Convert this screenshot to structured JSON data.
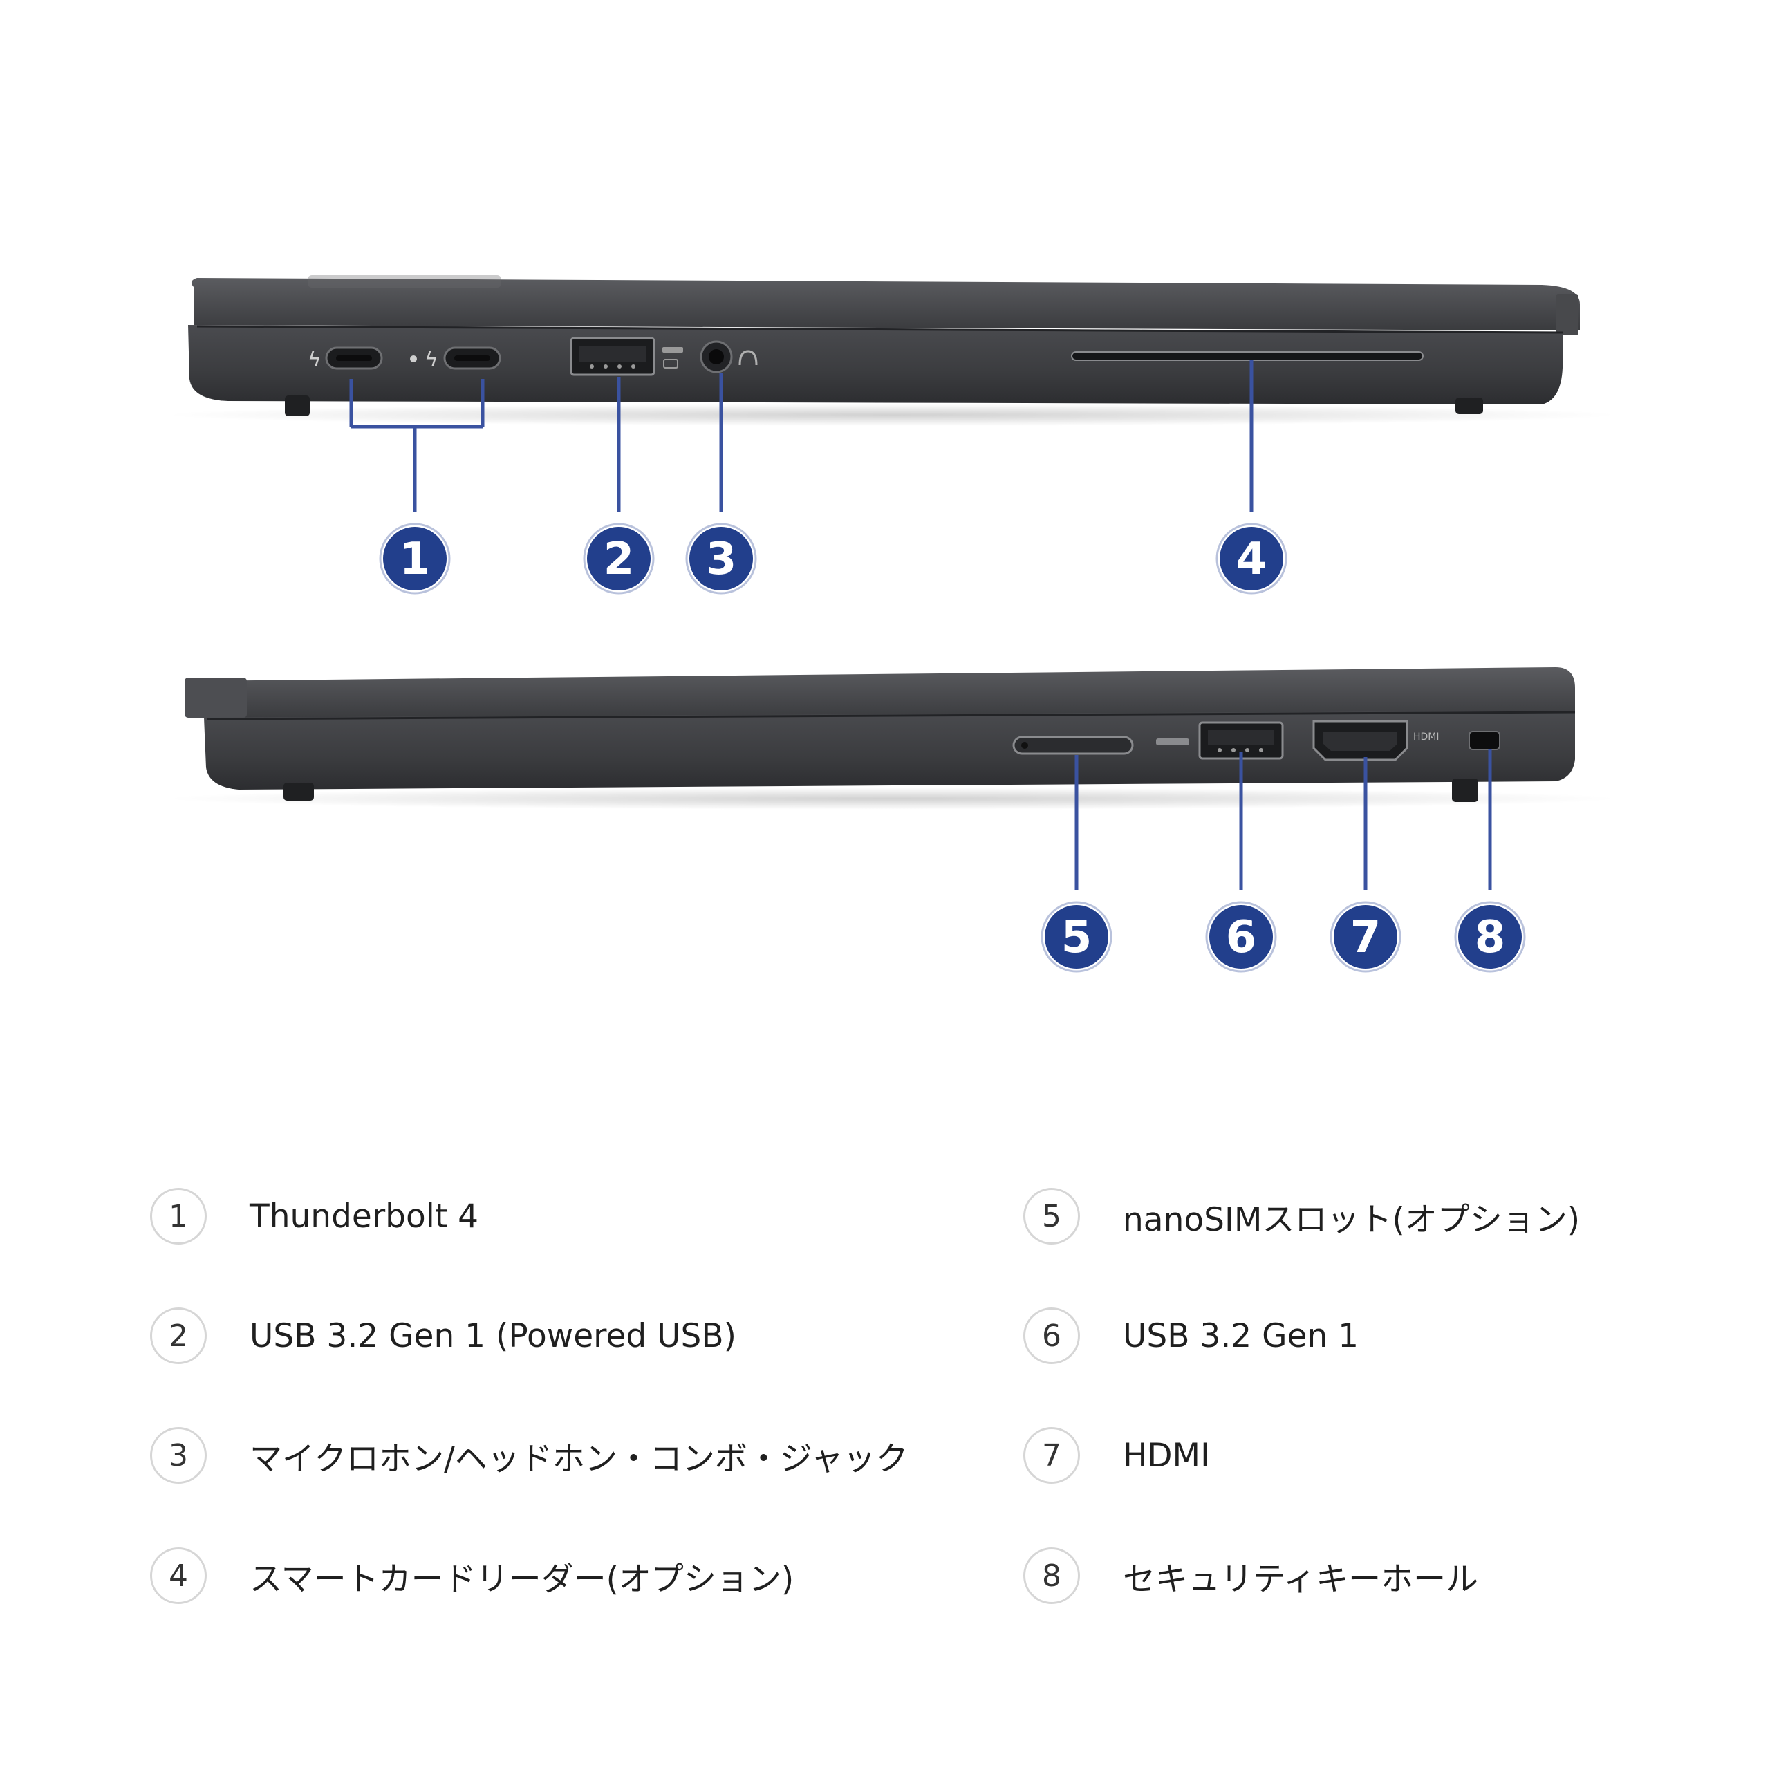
{
  "callouts": [
    {
      "number": "1",
      "label": "Thunderbolt 4"
    },
    {
      "number": "2",
      "label": "USB 3.2 Gen 1 (Powered USB)"
    },
    {
      "number": "3",
      "label": "マイクロホン/ヘッドホン・コンボ・ジャック"
    },
    {
      "number": "4",
      "label": "スマートカードリーダー(オプション)"
    },
    {
      "number": "5",
      "label": "nanoSIMスロット(オプション)"
    },
    {
      "number": "6",
      "label": "USB 3.2 Gen 1"
    },
    {
      "number": "7",
      "label": "HDMI"
    },
    {
      "number": "8",
      "label": "セキュリティキーホール"
    }
  ],
  "port_marks": {
    "hdmi": "HDMI"
  },
  "colors": {
    "callout_fill": "#223f8c",
    "leader_line": "#3a52a0",
    "chassis": "#3c3d40",
    "badge_border": "#d6d6d6"
  }
}
